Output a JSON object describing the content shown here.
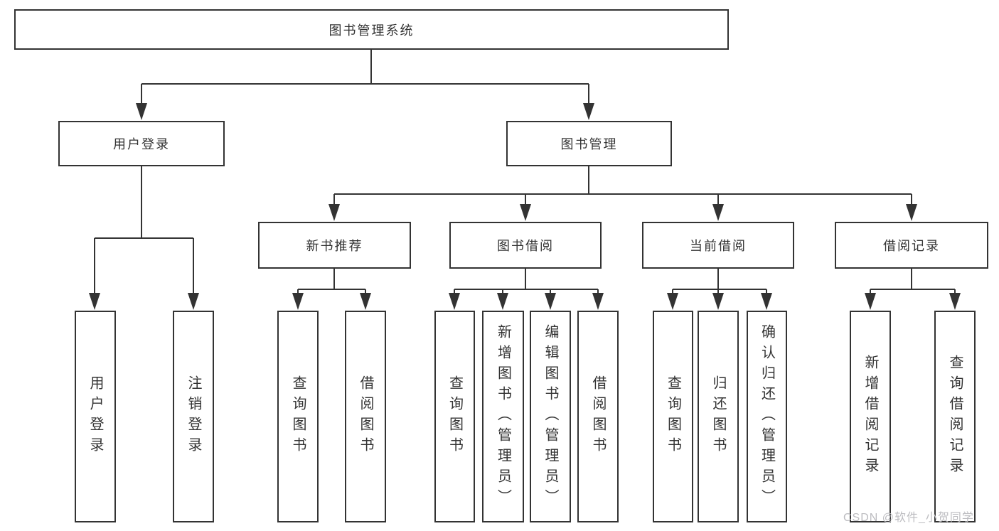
{
  "diagram": {
    "root": "图书管理系统",
    "level2": [
      {
        "label": "用户登录",
        "children": [
          "用户登录",
          "注销登录"
        ]
      },
      {
        "label": "图书管理",
        "children": [
          {
            "label": "新书推荐",
            "children": [
              "查询图书",
              "借阅图书"
            ]
          },
          {
            "label": "图书借阅",
            "children": [
              "查询图书",
              "新增图书（管理员）",
              "编辑图书（管理员）",
              "借阅图书"
            ]
          },
          {
            "label": "当前借阅",
            "children": [
              "查询图书",
              "归还图书",
              "确认归还（管理员）"
            ]
          },
          {
            "label": "借阅记录",
            "children": [
              "新增借阅记录",
              "查询借阅记录"
            ]
          }
        ]
      }
    ]
  },
  "watermark": {
    "text": "CSDN @软件_小贺同学",
    "color": "#bcbcc0"
  },
  "colors": {
    "line": "#333333",
    "text": "#333333",
    "background": "#ffffff"
  }
}
